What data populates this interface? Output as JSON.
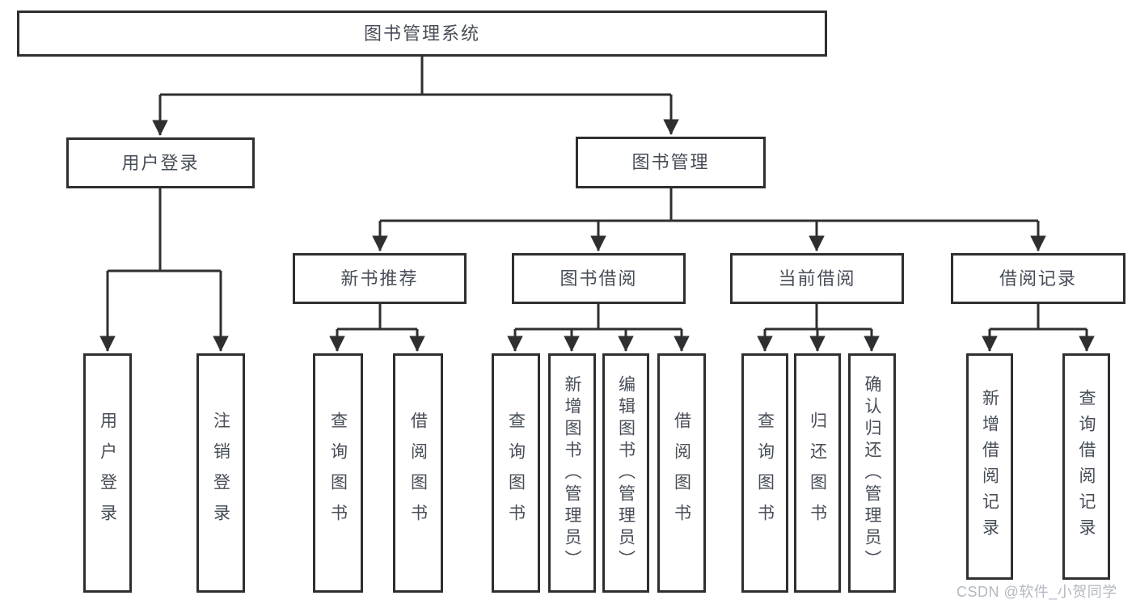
{
  "tree": {
    "root": {
      "label": "图书管理系统"
    },
    "branches": [
      {
        "label": "用户登录",
        "children": [
          {
            "label": "用户登录"
          },
          {
            "label": "注销登录"
          }
        ]
      },
      {
        "label": "图书管理",
        "children": [
          {
            "label": "新书推荐",
            "children": [
              {
                "label": "查询图书"
              },
              {
                "label": "借阅图书"
              }
            ]
          },
          {
            "label": "图书借阅",
            "children": [
              {
                "label": "查询图书"
              },
              {
                "label": "新增图书（管理员）"
              },
              {
                "label": "编辑图书（管理员）"
              },
              {
                "label": "借阅图书"
              }
            ]
          },
          {
            "label": "当前借阅",
            "children": [
              {
                "label": "查询图书"
              },
              {
                "label": "归还图书"
              },
              {
                "label": "确认归还（管理员）"
              }
            ]
          },
          {
            "label": "借阅记录",
            "children": [
              {
                "label": "新增借阅记录"
              },
              {
                "label": "查询借阅记录"
              }
            ]
          }
        ]
      }
    ]
  },
  "watermark": {
    "text": "CSDN @软件_小贺同学"
  },
  "colors": {
    "line": "#2e2f31",
    "text": "#474d57",
    "watermark": "#b3b8c0",
    "background": "#ffffff"
  }
}
